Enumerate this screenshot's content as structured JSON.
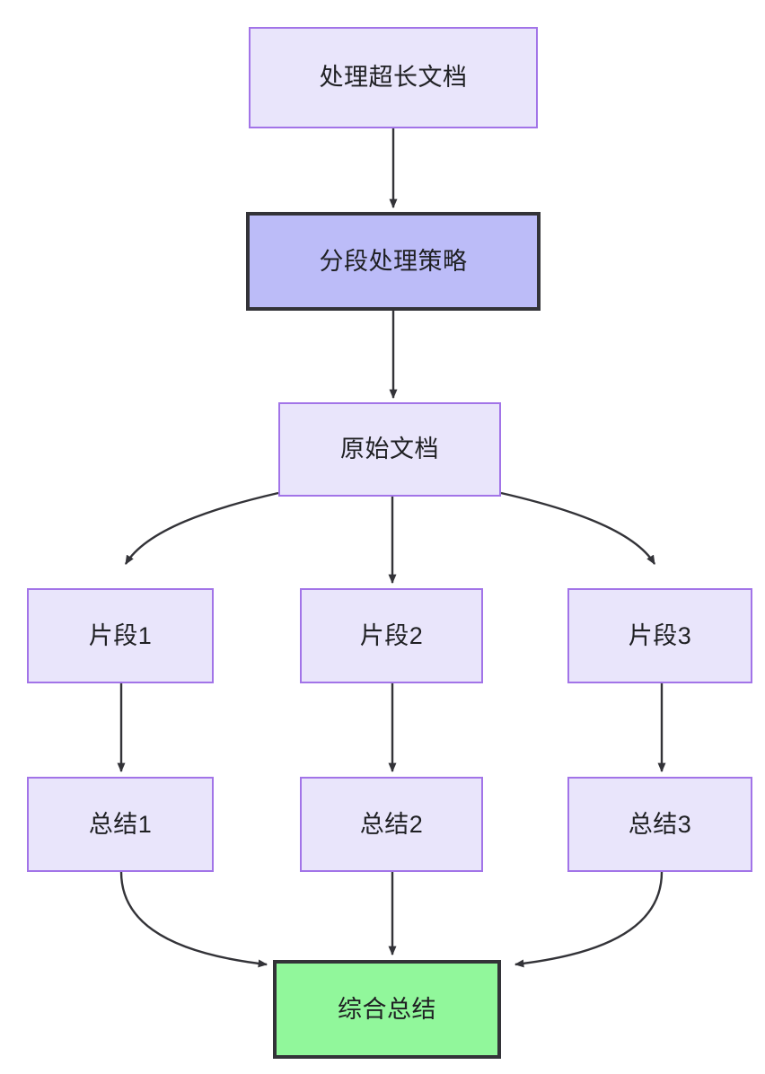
{
  "diagram": {
    "type": "flowchart",
    "direction": "top-down",
    "background_color": "#ffffff",
    "styles": {
      "plain_fill": "#e9e5fb",
      "plain_border": "#a274e8",
      "emphasis_fill": "#bcbcf8",
      "emphasis_border": "#333338",
      "result_fill": "#91f79b",
      "result_border": "#333338",
      "edge_color": "#333338",
      "text_color": "#1f2023"
    },
    "nodes": [
      {
        "id": "long-doc",
        "label": "处理超长文档",
        "style": "plain"
      },
      {
        "id": "chunk-policy",
        "label": "分段处理策略",
        "style": "emphasis"
      },
      {
        "id": "source-doc",
        "label": "原始文档",
        "style": "plain"
      },
      {
        "id": "fragment-1",
        "label": "片段1",
        "style": "plain"
      },
      {
        "id": "fragment-2",
        "label": "片段2",
        "style": "plain"
      },
      {
        "id": "fragment-3",
        "label": "片段3",
        "style": "plain"
      },
      {
        "id": "summary-1",
        "label": "总结1",
        "style": "plain"
      },
      {
        "id": "summary-2",
        "label": "总结2",
        "style": "plain"
      },
      {
        "id": "summary-3",
        "label": "总结3",
        "style": "plain"
      },
      {
        "id": "final-summary",
        "label": "综合总结",
        "style": "result"
      }
    ],
    "edges": [
      {
        "from": "long-doc",
        "to": "chunk-policy",
        "shape": "straight"
      },
      {
        "from": "chunk-policy",
        "to": "source-doc",
        "shape": "straight"
      },
      {
        "from": "source-doc",
        "to": "fragment-1",
        "shape": "curve"
      },
      {
        "from": "source-doc",
        "to": "fragment-2",
        "shape": "straight"
      },
      {
        "from": "source-doc",
        "to": "fragment-3",
        "shape": "curve"
      },
      {
        "from": "fragment-1",
        "to": "summary-1",
        "shape": "straight"
      },
      {
        "from": "fragment-2",
        "to": "summary-2",
        "shape": "straight"
      },
      {
        "from": "fragment-3",
        "to": "summary-3",
        "shape": "straight"
      },
      {
        "from": "summary-1",
        "to": "final-summary",
        "shape": "curve"
      },
      {
        "from": "summary-2",
        "to": "final-summary",
        "shape": "straight"
      },
      {
        "from": "summary-3",
        "to": "final-summary",
        "shape": "curve"
      }
    ]
  }
}
